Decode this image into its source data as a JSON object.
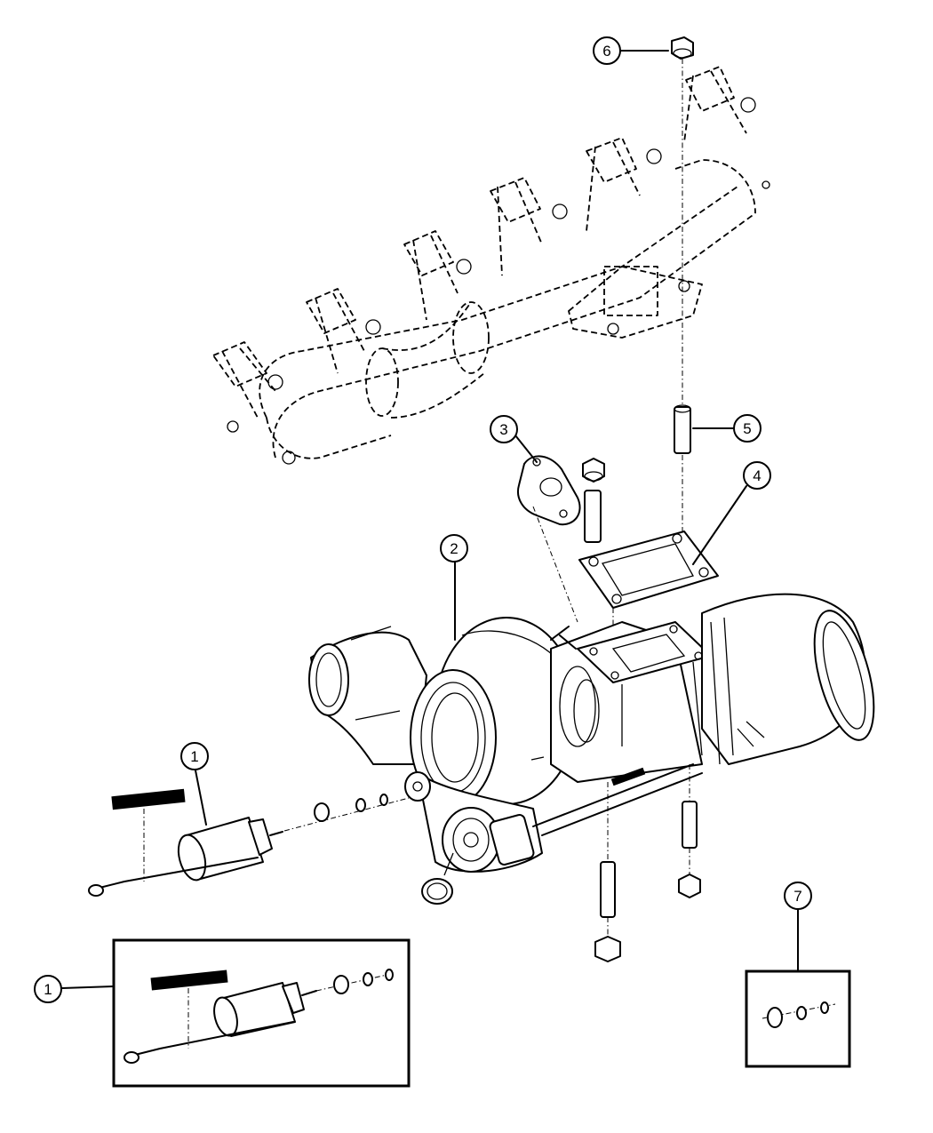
{
  "callouts": [
    {
      "id": "callout-6",
      "number": "6"
    },
    {
      "id": "callout-3",
      "number": "3"
    },
    {
      "id": "callout-5",
      "number": "5"
    },
    {
      "id": "callout-4",
      "number": "4"
    },
    {
      "id": "callout-2",
      "number": "2"
    },
    {
      "id": "callout-1a",
      "number": "1"
    },
    {
      "id": "callout-1b",
      "number": "1"
    },
    {
      "id": "callout-7",
      "number": "7"
    }
  ]
}
